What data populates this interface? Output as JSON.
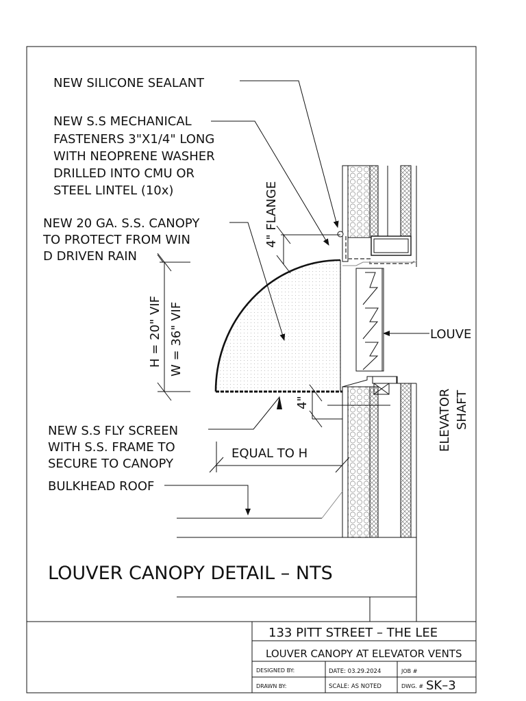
{
  "notes": {
    "sealant": "NEW SILICONE SEALANT",
    "fasteners": [
      "NEW S.S MECHANICAL",
      "FASTENERS 3\"X1/4\" LONG",
      "WITH NEOPRENE WASHER",
      "DRILLED INTO CMU OR",
      "STEEL LINTEL (10x)"
    ],
    "canopy": [
      "NEW 20 GA. S.S. CANOPY",
      "TO PROTECT FROM WIN",
      "D DRIVEN RAIN"
    ],
    "fly_screen": [
      "NEW S.S FLY SCREEN",
      "WITH S.S. FRAME TO",
      "SECURE TO CANOPY"
    ],
    "bulkhead": "BULKHEAD ROOF",
    "louve": "LOUVE",
    "elevator": "ELEVATOR",
    "shaft": "SHAFT"
  },
  "dims": {
    "flange": "4\" FLANGE",
    "height": "H = 20\" VIF",
    "width": "W = 36\" VIF",
    "screen_gap": "4\"",
    "equal": "EQUAL TO H"
  },
  "drawing_title": "LOUVER CANOPY DETAIL – NTS",
  "title_block": {
    "project": "133 PITT STREET – THE LEE",
    "sheet_title": "LOUVER CANOPY AT ELEVATOR VENTS",
    "designed_by": "DESIGNED BY:",
    "date": "DATE: 03.29.2024",
    "job": "JOB #",
    "drawn_by": "DRAWN BY:",
    "scale": "SCALE: AS NOTED",
    "dwg_label": "DWG. #",
    "dwg_number": "SK–3"
  }
}
